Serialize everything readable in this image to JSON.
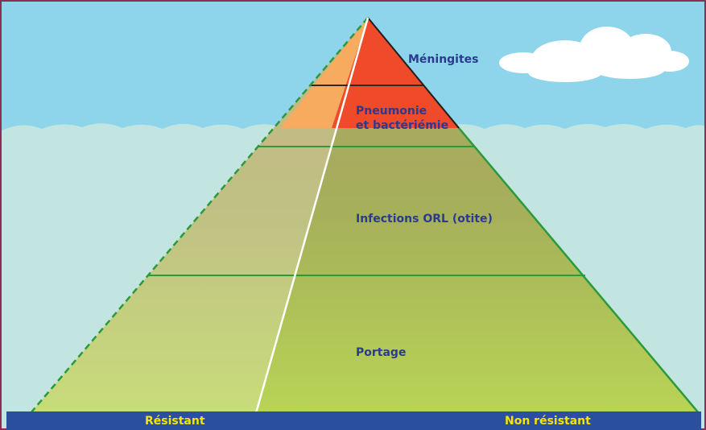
{
  "levels": [
    {
      "label": "Méningites"
    },
    {
      "label": "Pneumonie\net bactériémie"
    },
    {
      "label": "Infections ORL (otite)"
    },
    {
      "label": "Portage"
    }
  ],
  "bottom": {
    "left_label": "Résistant",
    "right_label": "Non résistant"
  },
  "colors": {
    "sky": "#8ed4ea",
    "sea": "#c2e5e2",
    "border": "#8e2b57",
    "bar": "#2a4f9f",
    "label_text": "#2a3b8f",
    "bar_text": "#f5e400",
    "red": "#ef4a2a",
    "orange": "#f7ab5e",
    "green_line": "#2a9a3a"
  }
}
